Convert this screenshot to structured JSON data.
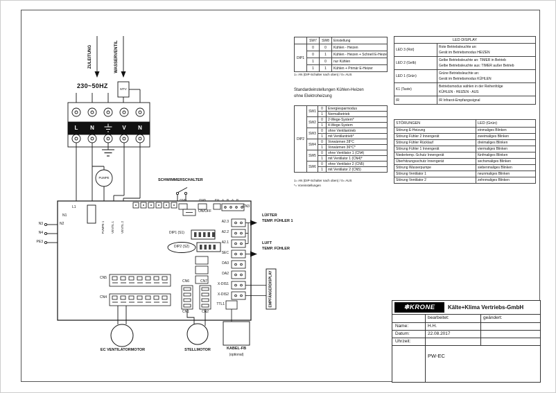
{
  "schematic": {
    "zuleitung": "ZULEITUNG",
    "wasserventil": "WASSERVENTIL",
    "voltage": "230~50HZ",
    "mtv": "MTV",
    "t_l": "L",
    "t_n1": "N",
    "t_v": "V",
    "t_n2": "N",
    "pumpe": "PUMPE",
    "schwimmerschalter": "SCHWIMMERSCHALTER",
    "n3": "N3",
    "n4": "N4",
    "pe3": "PE3",
    "l1": "L1",
    "n1": "N1",
    "n2": "N2",
    "pumpe1": "PUMPE 1",
    "ventil1": "VENTIL 1",
    "ventil2": "VENTIL 2",
    "onoff": "ON/OFF",
    "gnd": "GND",
    "eh": "EH",
    "abab": "A B A B",
    "cn3": "CN3",
    "a23": "A2.3",
    "a22": "A2.2",
    "a21": "A2.1",
    "sec": "SEC",
    "da3": "DA3",
    "da2": "DA2",
    "xdis1": "X-DIS1",
    "xdis2": "X-DIS2",
    "ttl1": "TTL1",
    "dip1": "DIP1 (S1)",
    "dip2": "DIP2 (S2)",
    "cn5": "CN5",
    "cn4": "CN4",
    "cn6": "CN6",
    "cn7": "CN7",
    "cn1": "CN1",
    "cn2": "CN2",
    "luefter1": "LÜFTER",
    "luefter2": "TEMP. FÜHLER 1",
    "luft1": "LUFT",
    "luft2": "TEMP. FÜHLER",
    "empfaengerdisplay": "EMPFÄNGERDISPLAY",
    "ec_motor": "EC VENTILATORMOTOR",
    "stellmotor": "STELLMOTOR",
    "kabelfb1": "KABEL-FB",
    "kabelfb2": "(optional)"
  },
  "dip1_table": {
    "group": "DIP1",
    "header": [
      "SW7",
      "SW8",
      "Einstellung"
    ],
    "rows": [
      [
        "0",
        "0",
        "Kühlen - Heizen"
      ],
      [
        "0",
        "1",
        "Kühlen - Heizen + Schnell E-Heizer"
      ],
      [
        "1",
        "0",
        "nur Kühlen"
      ],
      [
        "1",
        "1",
        "Kühlen + Primär E-Heizer"
      ]
    ],
    "note": "1= AN (DIP-Schalter nach oben) / 0= AUS"
  },
  "std_text": {
    "line1": "Standardeinstellungen Kühlen-Heizen",
    "line2": "ohne Elektroheizung"
  },
  "dip2_table": {
    "group": "DIP2",
    "rows": [
      {
        "sw": "SW1",
        "bit": "0",
        "text": "Energiesparmodus"
      },
      {
        "bit": "1",
        "text": "Normalbetrieb"
      },
      {
        "sw": "SW2",
        "bit": "0",
        "text": "2-Wege-System*"
      },
      {
        "bit": "1",
        "text": "4-Wege-System"
      },
      {
        "sw": "SW3",
        "bit": "0",
        "text": "ohne Ventilantrieb"
      },
      {
        "bit": "1",
        "text": "mit Ventilantrieb*"
      },
      {
        "sw": "SW4",
        "bit": "0",
        "text": "Vorwärmen 28°C"
      },
      {
        "bit": "1",
        "text": "Vorwärmen 36°C*"
      },
      {
        "sw": "SW5",
        "bit": "0",
        "text": "ohne Ventilator 1 (CN4)"
      },
      {
        "bit": "1",
        "text": "mit Ventilator 1 (CN4)*"
      },
      {
        "sw": "SW6",
        "bit": "0",
        "text": "ohne Ventilator 2 (CN5)"
      },
      {
        "bit": "1",
        "text": "mit Ventilator 2 (CN5)"
      }
    ],
    "note1": "1= AN (DIP-Schalter nach oben) / 0= AUS",
    "note2": "*= Voreinstellungen"
  },
  "led_table": {
    "title": "LED DISPLAY",
    "rows": [
      {
        "label": "LED 3 (Rot)",
        "line1": "Rote Betriebsleuchte an:",
        "line2": "Gerät im Betriebsmodus HEIZEN"
      },
      {
        "label": "LED 2 (Gelb)",
        "line1": "Gelbe Betriebsleuchte an: TIMER in Betrieb",
        "line2": "Gelbe Betriebsleuchte aus: TIMER außer Betrieb"
      },
      {
        "label": "LED 1 (Grün)",
        "line1": "Grüne Betriebsleuchte an:",
        "line2": "Gerät im Betriebsmodus KÜHLEN"
      },
      {
        "label": "K1 (Taste)",
        "line1": "Betriebsmodus wählen in der Reihenfolge",
        "line2": "KÜHLEN - HEIZEN - AUS"
      },
      {
        "label": "IR",
        "line1": "IR Infrarot-Empfangssignal",
        "line2": ""
      }
    ]
  },
  "stoerungen_table": {
    "header": [
      "STÖRUNGEN",
      "LED (Grün)"
    ],
    "rows": [
      [
        "Störung E-Heizung",
        "einmaliges Blinken"
      ],
      [
        "Störung Fühler 2 Innengerät",
        "zweimaliges Blinken"
      ],
      [
        "Störung Fühler Rücklauf",
        "dreimaliges Blinken"
      ],
      [
        "Störung Fühler 1 Innengerät",
        "viermaliges Blinken"
      ],
      [
        "Niedertemp.-Schutz Innengerät",
        "fünfmaliges Blinken"
      ],
      [
        "Überhitzungsschutz Innengerät",
        "sechsmaliges Blinken"
      ],
      [
        "Störung Wasserpumpe",
        "siebenmaliges Blinken"
      ],
      [
        "Störung Ventilator 1",
        "neunmaliges Blinken"
      ],
      [
        "Störung Ventilator 2",
        "zehnmaliges Blinken"
      ]
    ]
  },
  "title_block": {
    "logo_symbol": "❄",
    "logo_text": "KRONE",
    "company": "Kälte+Klima Vertriebs-GmbH",
    "bearbeitet": "bearbeitet:",
    "geaendert": "geändert:",
    "name_label": "Name:",
    "name_value": "H.H.",
    "datum_label": "Datum:",
    "datum_value": "22.08.2017",
    "uhrzeit_label": "Uhrzeit:",
    "model": "PW-EC"
  }
}
